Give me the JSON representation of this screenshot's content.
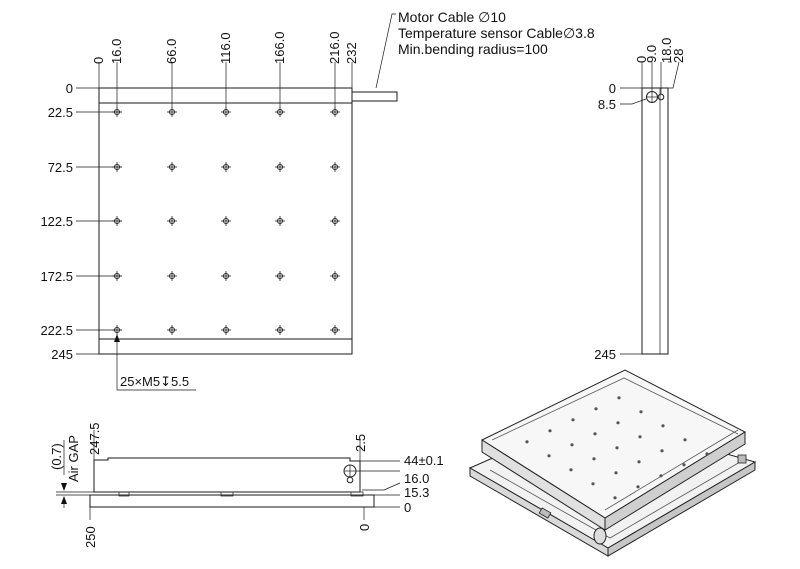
{
  "notes": {
    "motor_cable": "Motor Cable ∅10",
    "temp_cable": "Temperature sensor Cable∅3.8",
    "bend_radius": "Min.bending radius=100"
  },
  "top_view": {
    "x_dims": [
      "0",
      "16.0",
      "66.0",
      "116.0",
      "166.0",
      "216.0",
      "232"
    ],
    "y_dims": [
      "0",
      "22.5",
      "72.5",
      "122.5",
      "172.5",
      "222.5",
      "245"
    ],
    "hole_spec": "25×M5↧5.5"
  },
  "side_view": {
    "x_dims": [
      "0",
      "9.0",
      "18.0",
      "28"
    ],
    "y_dims": [
      "0",
      "8.5",
      "245"
    ]
  },
  "front_view": {
    "left_dims": [
      "(0.7)",
      "Air GAP",
      "247.5",
      "250"
    ],
    "right_dims": [
      "2.5",
      "44±0.1",
      "16.0",
      "15.3",
      "0",
      "0"
    ]
  }
}
